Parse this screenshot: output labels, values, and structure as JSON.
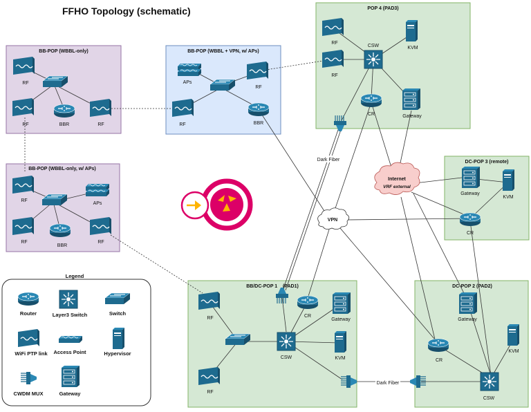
{
  "title": "FFHO Topology (schematic)",
  "sites": {
    "bb_pop_wbbl": {
      "title": "BB-POP (WBBL-only)",
      "rf1": "RF",
      "rf2": "RF",
      "rf3": "RF",
      "bbr": "BBR"
    },
    "bb_pop_vpn": {
      "title": "BB-POP (WBBL + VPN, w/ APs)",
      "aps": "APs",
      "rf1": "RF",
      "rf2": "RF",
      "bbr": "BBR"
    },
    "bb_pop_aps": {
      "title": "BB-POP (WBBL-only, w/ APs)",
      "rf1": "RF",
      "aps": "APs",
      "rf2": "RF",
      "rf3": "RF",
      "bbr": "BBR"
    },
    "pop4": {
      "title": "POP 4 (PAD3)",
      "rf1": "RF",
      "rf2": "RF",
      "csw": "CSW",
      "kvm": "KVM",
      "cr": "CR",
      "gateway": "Gateway"
    },
    "dc_pop3": {
      "title": "DC-POP 3 (remote)",
      "gateway": "Gateway",
      "kvm": "KVM",
      "cr": "CR"
    },
    "bb_dc_pop1": {
      "title": "BB/DC-POP 1    (PAD1)",
      "rf1": "RF",
      "rf2": "RF",
      "cr": "CR",
      "gateway": "Gateway",
      "csw": "CSW",
      "kvm": "KVM"
    },
    "dc_pop2": {
      "title": "DC-POP 2 (PAD2)",
      "gateway": "Gateway",
      "cr": "CR",
      "kvm": "KVM",
      "csw": "CSW"
    }
  },
  "clouds": {
    "internet": "Internet",
    "internet_sub": "VRF external",
    "vpn": "VPN"
  },
  "links": {
    "dark_fiber_1": "Dark Fiber",
    "dark_fiber_2": "Dark Fiber"
  },
  "legend": {
    "title": "Legend",
    "router": "Router",
    "l3switch": "Layer3 Switch",
    "switch": "Switch",
    "wifi": "WiFi PTP link",
    "ap": "Access Point",
    "hypervisor": "Hypervisor",
    "cwdm": "CWDM MUX",
    "gateway": "Gateway"
  },
  "colors": {
    "device": "#1e6b8f",
    "purple_box": "#e1d5e7",
    "purple_border": "#9673a6",
    "blue_box": "#dae8fc",
    "blue_border": "#6c8ebf",
    "green_box": "#d5e8d4",
    "green_border": "#82b366",
    "cloud_pink": "#f8cecc",
    "logo_magenta": "#dc0067",
    "logo_yellow": "#ffb400"
  }
}
